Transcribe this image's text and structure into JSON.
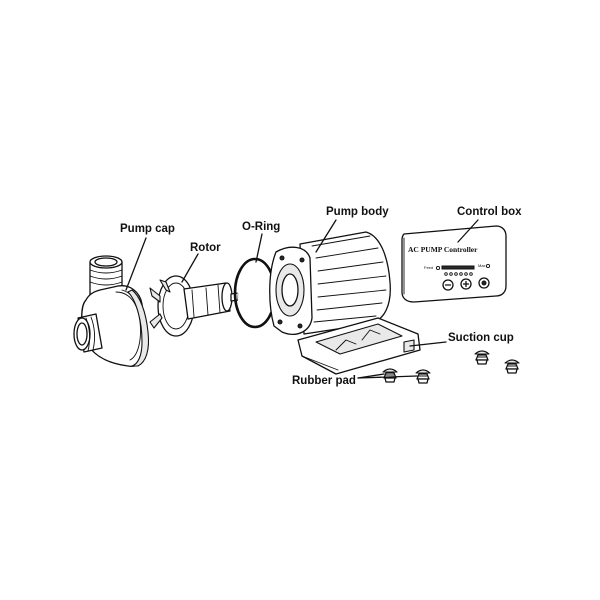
{
  "diagram": {
    "labels": {
      "pump_cap": "Pump cap",
      "rotor": "Rotor",
      "o_ring": "O-Ring",
      "pump_body": "Pump body",
      "control_box": "Control box",
      "suction_cup": "Suction cup",
      "rubber_pad": "Rubber pad"
    },
    "controller": {
      "title": "AC PUMP Controller",
      "left_tag": "Feed",
      "right_tag": "Max"
    }
  }
}
